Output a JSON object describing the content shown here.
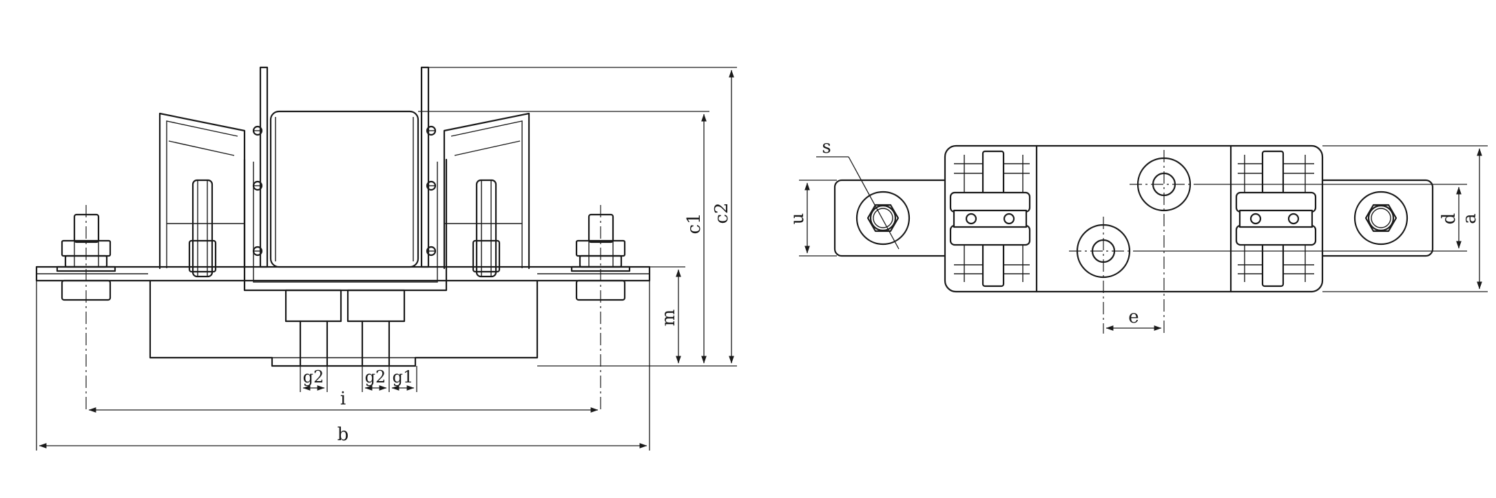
{
  "labels": {
    "g2_left": "g2",
    "g2_right": "g2",
    "g1": "g1",
    "i": "i",
    "b": "b",
    "m": "m",
    "c1": "c1",
    "c2": "c2",
    "s": "s",
    "u": "u",
    "d": "d",
    "a": "a",
    "e": "e"
  }
}
